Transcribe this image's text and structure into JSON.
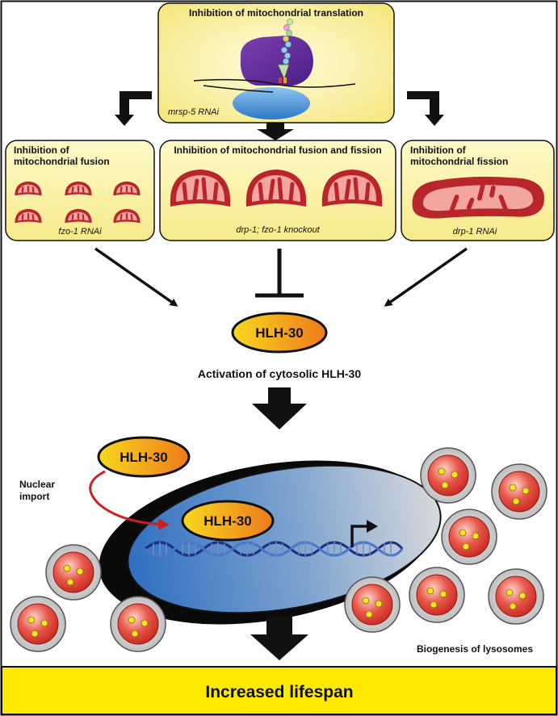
{
  "top_box": {
    "title": "Inhibition of mitochondrial translation",
    "caption": "mrsp-5 RNAi"
  },
  "left_box": {
    "title_line1": "Inhibition of",
    "title_line2": "mitochondrial fusion",
    "caption": "fzo-1 RNAi"
  },
  "middle_box": {
    "title": "Inhibition of mitochondrial fusion and fission",
    "caption": "drp-1; fzo-1 knockout"
  },
  "right_box": {
    "title_line1": "Inhibition of",
    "title_line2": "mitochondrial fission",
    "caption": "drp-1 RNAi"
  },
  "cytosolic_tf": {
    "label": "HLH-30",
    "caption": "Activation of cytosolic HLH-30"
  },
  "import_tf": {
    "label": "HLH-30"
  },
  "nuclear_import": {
    "line1": "Nuclear",
    "line2": "import"
  },
  "nuclear_tf": {
    "label": "HLH-30"
  },
  "lysosomes": {
    "caption": "Biogenesis of lysosomes"
  },
  "outcome": {
    "label": "Increased lifespan"
  },
  "colors": {
    "box_fill": "#fbf3a0",
    "mito_outer": "#b8262b",
    "mito_inner": "#f3a6a0",
    "tf_orange": "#f08a1e",
    "tf_yellow": "#f8d21c",
    "outcome_bar": "#ffe900",
    "nucleus_blue": "#2f78c4",
    "import_arrow": "#cc1f1f"
  }
}
